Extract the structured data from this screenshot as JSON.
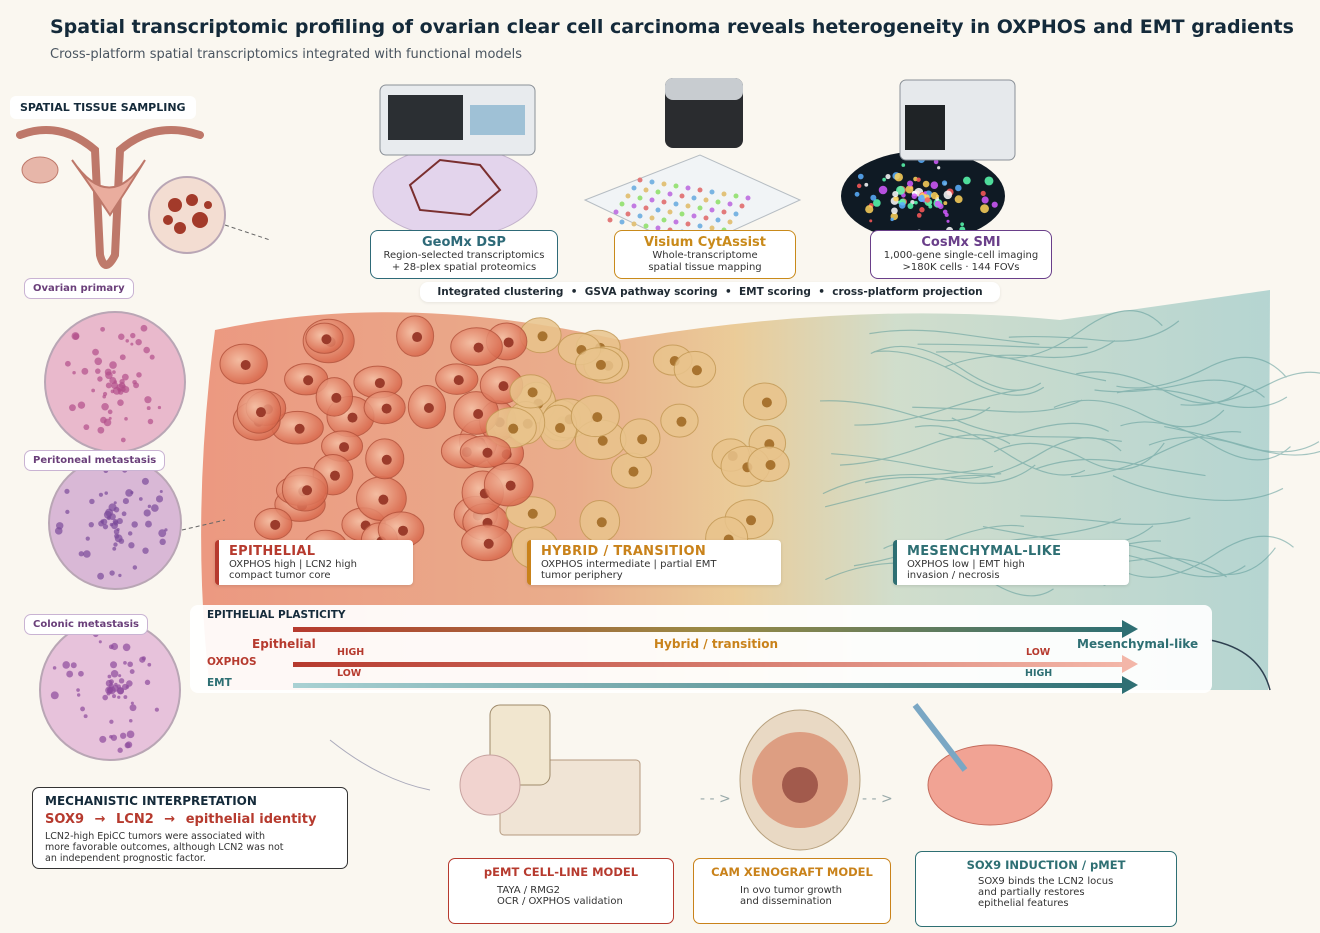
{
  "header": {
    "title": "Spatial transcriptomic profiling of ovarian clear cell carcinoma reveals heterogeneity in OXPHOS and EMT gradients",
    "subtitle": "Cross-platform spatial transcriptomics integrated with functional models"
  },
  "sampling": {
    "heading": "SPATIAL TISSUE SAMPLING",
    "sites": [
      "Ovarian primary",
      "Peritoneal metastasis",
      "Colonic metastasis"
    ]
  },
  "platforms": [
    {
      "name": "GeoMx DSP",
      "line1": "Region-selected transcriptomics",
      "line2": "+ 28-plex spatial proteomics",
      "color": "#2e6a78"
    },
    {
      "name": "Visium CytAssist",
      "line1": "Whole-transcriptome",
      "line2": "spatial tissue mapping",
      "color": "#c98a1a"
    },
    {
      "name": "CosMx SMI",
      "line1": "1,000-gene single-cell imaging",
      "line2": ">180K cells · 144 FOVs",
      "color": "#6a3f8a"
    }
  ],
  "pipeline": [
    "Integrated clustering",
    "GSVA pathway scoring",
    "EMT scoring",
    "cross-platform projection"
  ],
  "states": [
    {
      "title": "EPITHELIAL",
      "line1": "OXPHOS high  |  LCN2 high",
      "line2": "compact tumor core",
      "color": "#b63a2e"
    },
    {
      "title": "HYBRID / TRANSITION",
      "line1": "OXPHOS intermediate  |  partial EMT",
      "line2": "tumor periphery",
      "color": "#c9821a"
    },
    {
      "title": "MESENCHYMAL-LIKE",
      "line1": "OXPHOS low  |  EMT high",
      "line2": "invasion / necrosis",
      "color": "#2e6f73"
    }
  ],
  "plasticity": {
    "heading": "EPITHELIAL PLASTICITY",
    "left_label": "Epithelial",
    "mid_label": "Hybrid / transition",
    "right_label": "Mesenchymal-like",
    "oxphos_label": "OXPHOS",
    "emt_label": "EMT",
    "high": "HIGH",
    "low": "LOW",
    "colors": {
      "epithelial": "#b63a2e",
      "hybrid": "#c9821a",
      "mesenchymal": "#2e6f73"
    }
  },
  "mechanism": {
    "heading": "MECHANISTIC INTERPRETATION",
    "pathway": [
      "SOX9",
      "LCN2",
      "epithelial identity"
    ],
    "arrow": "→",
    "note1": "LCN2-high EpiCC tumors were associated with",
    "note2": "more favorable outcomes, although LCN2 was not",
    "note3": "an independent prognostic factor."
  },
  "models": [
    {
      "title": "pEMT CELL-LINE MODEL",
      "line1": "TAYA / RMG2",
      "line2": "OCR / OXPHOS validation",
      "color": "#b63a2e"
    },
    {
      "title": "CAM XENOGRAFT MODEL",
      "line1": "In ovo tumor growth",
      "line2": "and dissemination",
      "color": "#c9821a"
    },
    {
      "title": "SOX9 INDUCTION / pMET",
      "line1": "SOX9 binds the LCN2 locus",
      "line2": "and partially restores",
      "line3": "epithelial features",
      "color": "#2e6f73"
    }
  ]
}
